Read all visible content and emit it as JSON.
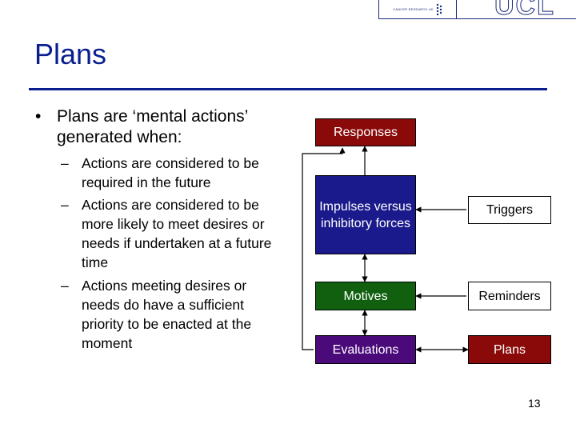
{
  "slide": {
    "title": "Plans",
    "page_number": "13"
  },
  "header": {
    "cr_logo_text": "CANCER RESEARCH UK",
    "ucl_logo_text": "UCL"
  },
  "bullets": {
    "main": "Plans are ‘mental actions’ generated when:",
    "bullet_glyph": "•",
    "dash_glyph": "–",
    "subs": [
      "Actions are considered to be required in the future",
      "Actions are considered to be more likely to meet desires or needs if undertaken at a future time",
      "Actions meeting desires or needs do have a sufficient priority to be enacted at the moment"
    ]
  },
  "diagram": {
    "responses": "Responses",
    "impulses": "Impulses versus inhibitory forces",
    "motives": "Motives",
    "evaluations": "Evaluations",
    "triggers": "Triggers",
    "reminders": "Reminders",
    "plans": "Plans",
    "colors": {
      "responses": "#8a0a0a",
      "impulses": "#1a1a8c",
      "motives": "#106010",
      "evaluations": "#4a0a7a",
      "plans": "#8a0a0a"
    }
  }
}
